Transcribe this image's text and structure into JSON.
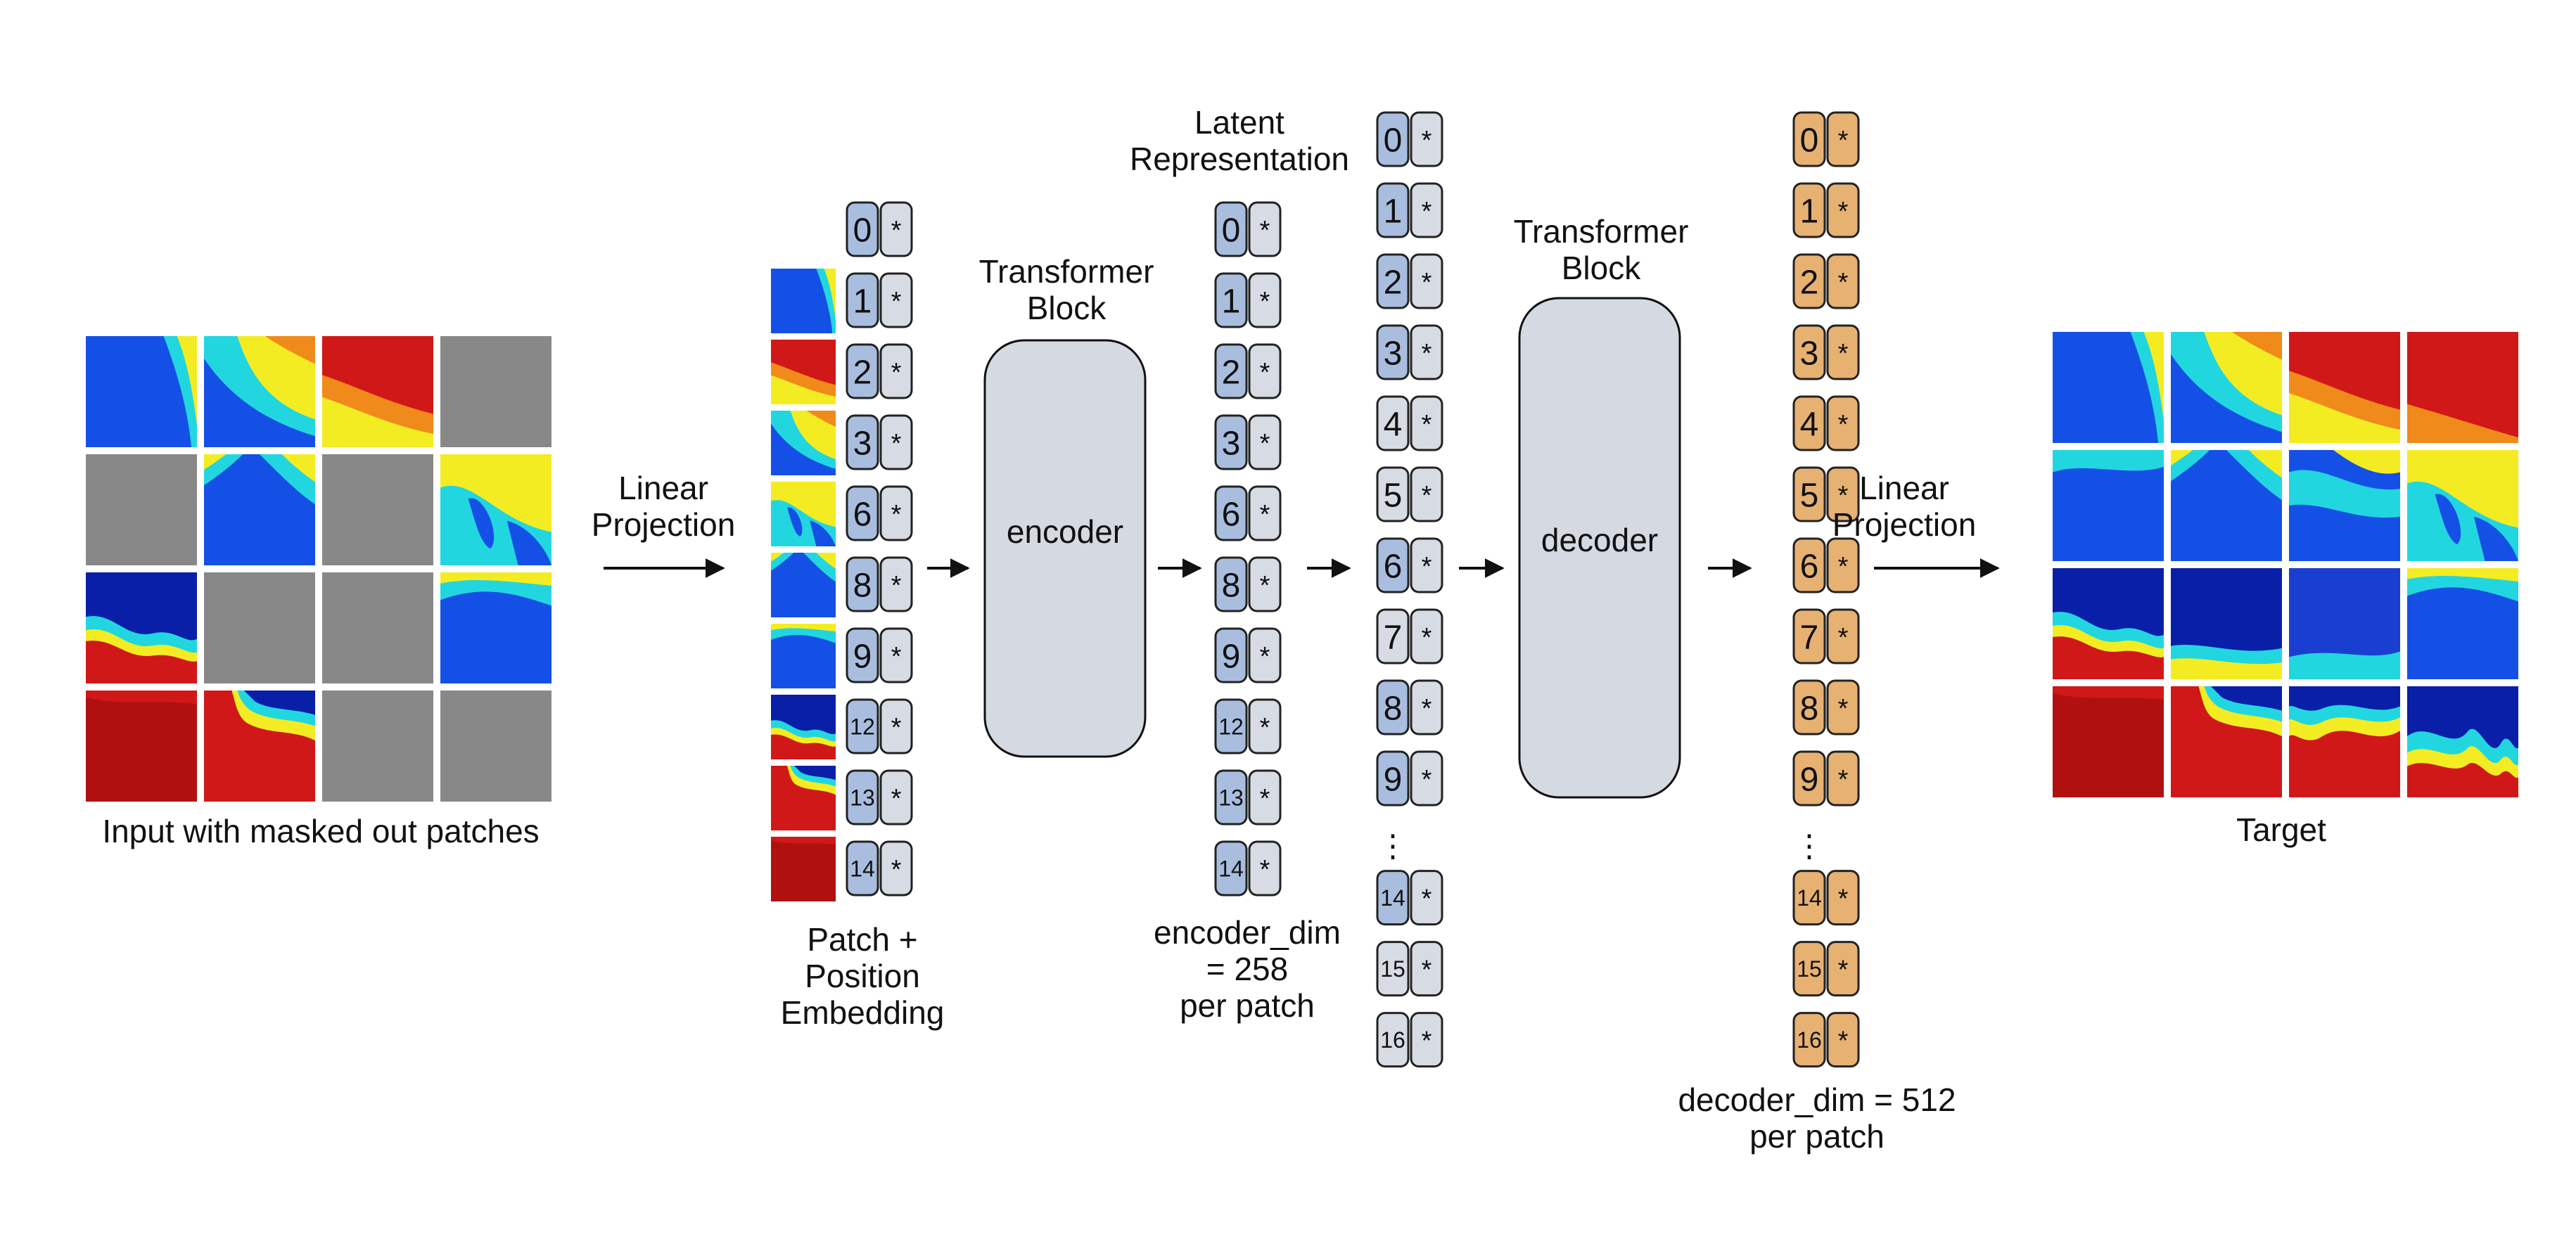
{
  "input": {
    "caption": "Input with masked out patches",
    "grid": [
      [
        "blue-a",
        "diag-a",
        "red-a",
        "mask"
      ],
      [
        "mask",
        "diag-b",
        "mask",
        "swirl-a"
      ],
      [
        "front-a",
        "mask",
        "mask",
        "swirl-b"
      ],
      [
        "red-b",
        "front-b",
        "mask",
        "mask"
      ]
    ]
  },
  "arrow1_label": [
    "Linear",
    "Projection"
  ],
  "patch_embed": {
    "label": [
      "Patch +",
      "Position",
      "Embedding"
    ],
    "tokens": [
      "0",
      "1",
      "2",
      "3",
      "6",
      "8",
      "9",
      "12",
      "13",
      "14"
    ],
    "thumbs": [
      "blue-a",
      "red-a",
      "diag-a",
      "swirl-a",
      "diag-b",
      "swirl-b",
      "front-a",
      "front-b",
      "red-b"
    ]
  },
  "encoder": {
    "title": [
      "Transformer",
      "Block"
    ],
    "name": "encoder"
  },
  "encoder_out": {
    "tokens": [
      "0",
      "1",
      "2",
      "3",
      "6",
      "8",
      "9",
      "12",
      "13",
      "14"
    ],
    "label": [
      "encoder_dim",
      "= 258",
      "per patch"
    ]
  },
  "latent": {
    "title": [
      "Latent",
      "Representation"
    ],
    "tokens": [
      "0",
      "1",
      "2",
      "3",
      "4",
      "5",
      "6",
      "7",
      "8",
      "9",
      "⋮",
      "14",
      "15",
      "16"
    ],
    "masked": [
      "4",
      "5",
      "7",
      "15",
      "16"
    ]
  },
  "decoder": {
    "title": [
      "Transformer",
      "Block"
    ],
    "name": "decoder"
  },
  "decoder_out": {
    "tokens": [
      "0",
      "1",
      "2",
      "3",
      "4",
      "5",
      "6",
      "7",
      "8",
      "9",
      "⋮",
      "14",
      "15",
      "16"
    ],
    "label": [
      "decoder_dim = 512",
      "per patch"
    ]
  },
  "arrow2_label": [
    "Linear",
    "Projection"
  ],
  "target": {
    "caption": "Target",
    "grid": [
      [
        "blue-a",
        "diag-a",
        "red-a",
        "red-c"
      ],
      [
        "blue-c",
        "diag-b",
        "swirl-c",
        "swirl-a"
      ],
      [
        "front-a",
        "front-c",
        "blue-d",
        "swirl-b"
      ],
      [
        "red-b",
        "front-b",
        "front-d",
        "front-e"
      ]
    ]
  },
  "token_symbol": "*",
  "colors": {
    "token_blue": "#a9bedf",
    "token_gray": "#d7dbe3",
    "token_orange": "#e7b172",
    "block_fill": "#d4d9e2",
    "mask_gray": "#888888",
    "field_blue": "#1550e6",
    "field_cyan": "#22d6e0",
    "field_yellow": "#f4ec22",
    "field_red": "#d01818"
  }
}
